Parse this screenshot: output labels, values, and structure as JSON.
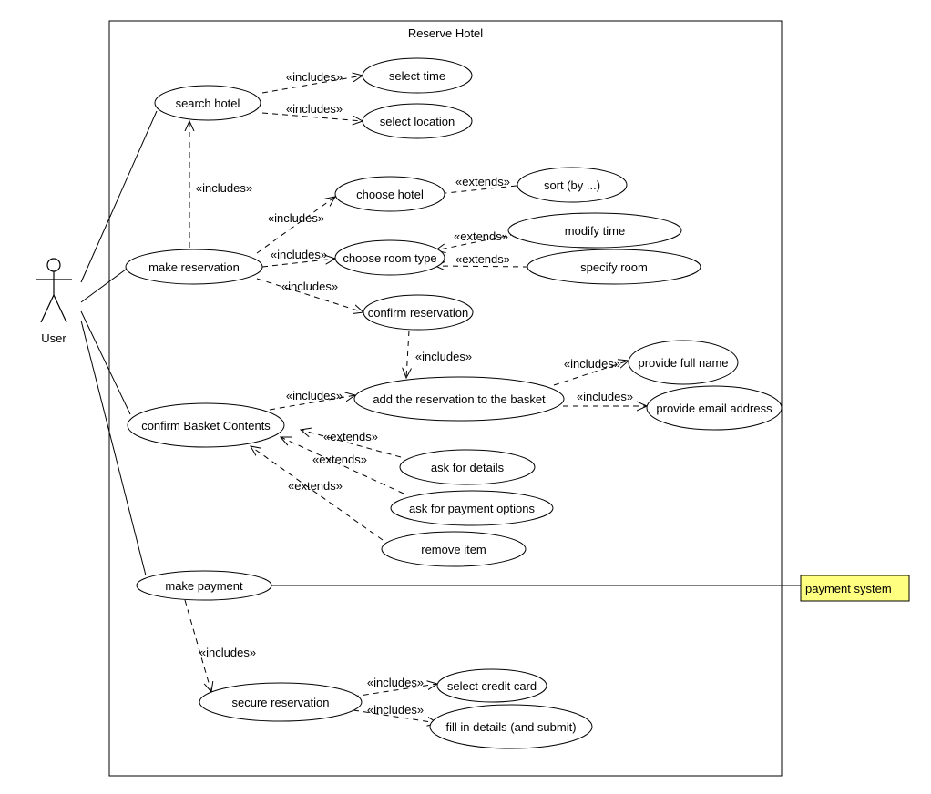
{
  "system": {
    "title": "Reserve Hotel"
  },
  "actor": {
    "label": "User"
  },
  "external_actor": {
    "label": "payment system",
    "fill": "#ffff80"
  },
  "use_cases": {
    "search_hotel": "search hotel",
    "select_time": "select time",
    "select_location": "select location",
    "choose_hotel": "choose hotel",
    "sort": "sort (by ...)",
    "make_reservation": "make reservation",
    "choose_room_type": "choose room type",
    "modify_time": "modify time",
    "specify_room": "specify room",
    "confirm_reservation": "confirm reservation",
    "add_to_basket": "add the reservation to the basket",
    "provide_full_name": "provide full name",
    "provide_email": "provide email address",
    "confirm_basket": "confirm Basket Contents",
    "ask_details": "ask for details",
    "ask_payment_options": "ask for payment options",
    "remove_item": "remove item",
    "make_payment": "make payment",
    "secure_reservation": "secure reservation",
    "select_credit_card": "select credit card",
    "fill_in_details": "fill in details (and submit)"
  },
  "relations": {
    "includes": "«includes»",
    "extends": "«extends»"
  }
}
